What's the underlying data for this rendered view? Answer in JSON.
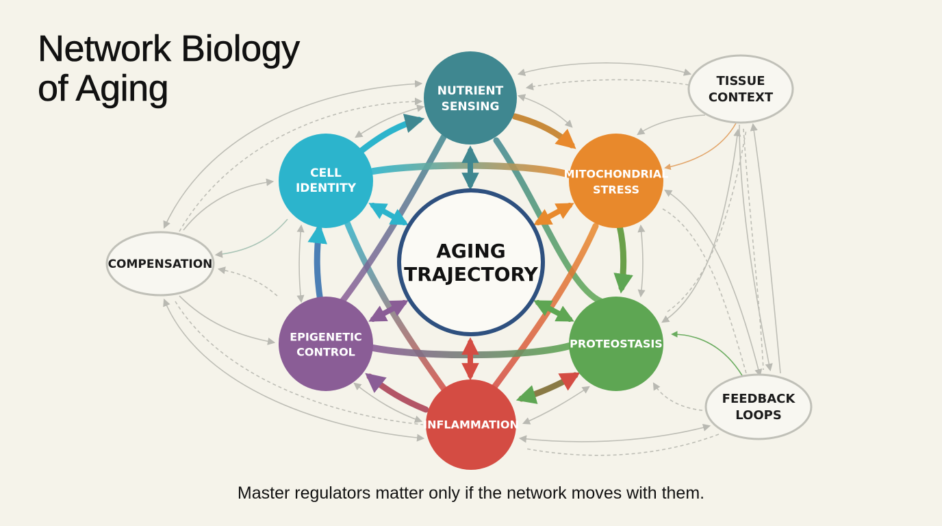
{
  "title_line1": "Network Biology",
  "title_line2": "of Aging",
  "caption": "Master regulators matter only if the network moves with them.",
  "colors": {
    "background": "#f5f3ea",
    "nutrient_sensing": "#3f8790",
    "mitochondrial_stress": "#e8892c",
    "proteostasis": "#5ea653",
    "inflammation": "#d44c43",
    "epigenetic_control": "#8a5d96",
    "cell_identity": "#2cb4cc",
    "center_ring": "#2e507f",
    "context_outline": "#b8b8b0"
  },
  "center": {
    "line1": "AGING",
    "line2": "TRAJECTORY"
  },
  "hubs": [
    {
      "id": "nutrient",
      "line1": "NUTRIENT",
      "line2": "SENSING",
      "icon": "circle-node"
    },
    {
      "id": "mito",
      "line1": "MITOCHONDRIAL",
      "line2": "STRESS",
      "icon": "circle-node"
    },
    {
      "id": "proteo",
      "line1": "PROTEOSTASIS",
      "line2": "",
      "icon": "circle-node"
    },
    {
      "id": "inflam",
      "line1": "INFLAMMATION",
      "line2": "",
      "icon": "circle-node"
    },
    {
      "id": "epi",
      "line1": "EPIGENETIC",
      "line2": "CONTROL",
      "icon": "circle-node"
    },
    {
      "id": "cell",
      "line1": "CELL",
      "line2": "IDENTITY",
      "icon": "circle-node"
    }
  ],
  "context_nodes": [
    {
      "id": "tissue",
      "line1": "TISSUE",
      "line2": "CONTEXT"
    },
    {
      "id": "comp",
      "line1": "COMPENSATION",
      "line2": ""
    },
    {
      "id": "feedback",
      "line1": "FEEDBACK",
      "line2": "LOOPS"
    }
  ]
}
